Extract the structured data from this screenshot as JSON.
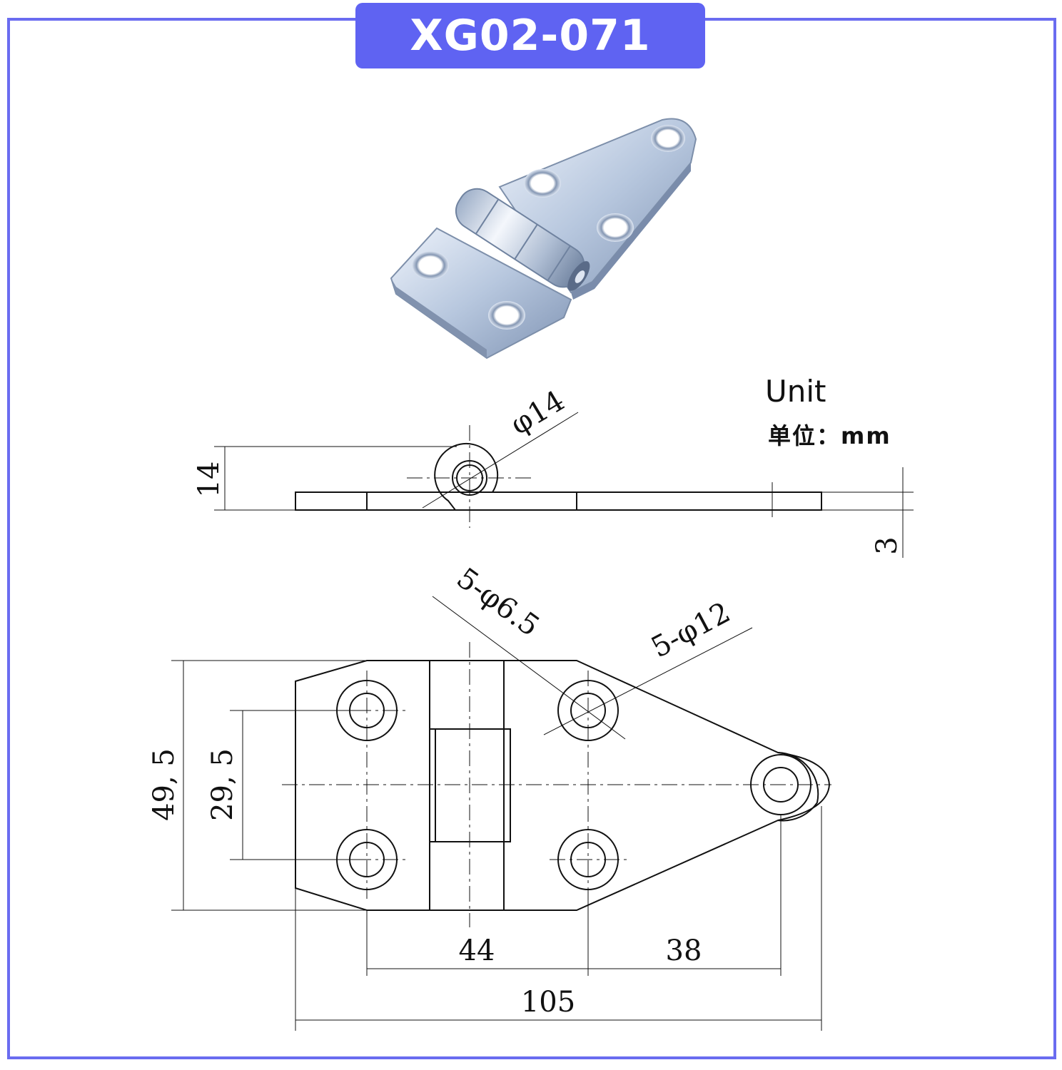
{
  "title": "XG02-071",
  "unit": {
    "label_en": "Unit",
    "label_cn": "单位：mm"
  },
  "dimensions": {
    "pin_diameter": "φ14",
    "knuckle_height": "14",
    "thickness": "3",
    "hole_diameter": "5-φ6.5",
    "countersink_diameter": "5-φ12",
    "overall_height": "49, 5",
    "hole_spacing_vertical": "29, 5",
    "hole_spacing_left": "44",
    "hole_spacing_right": "38",
    "overall_length": "105"
  },
  "colors": {
    "frame": "#6a6cf0",
    "badge": "#5f63f2",
    "line": "#111111",
    "metal": "#b8c8e0"
  }
}
